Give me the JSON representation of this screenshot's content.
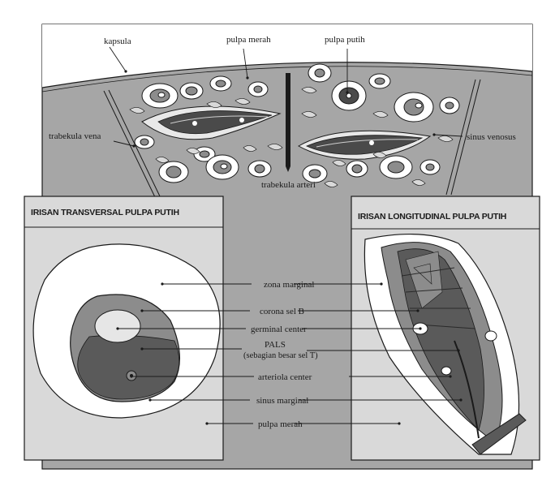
{
  "diagram": {
    "top_labels": {
      "kapsula": "kapsula",
      "pulpa_merah": "pulpa merah",
      "pulpa_putih": "pulpa putih",
      "trabekula_vena": "trabekula vena",
      "sinus_venosus": "sinus venosus",
      "trabekula_arteri": "trabekula arteri"
    },
    "panels": {
      "left_title": "IRISAN TRANSVERSAL PULPA PUTIH",
      "right_title": "IRISAN LONGITUDINAL PULPA PUTIH"
    },
    "center_labels": {
      "zona_marginal": "zona marginal",
      "corona_sel_b": "corona sel B",
      "germinal_center": "germinal center",
      "pals": "PALS",
      "pals_note": "(sebagian besar sel T)",
      "arteriola_center": "arteriola center",
      "sinus_marginal": "sinus marginal",
      "pulpa_merah": "pulpa merah"
    },
    "colors": {
      "background": "#ffffff",
      "frame_gray": "#a6a6a6",
      "panel_gray": "#d9d9d9",
      "pulp_dark": "#5a5a5a",
      "corona_gray": "#8c8c8c",
      "white_zone": "#ffffff",
      "outline": "#1a1a1a"
    }
  }
}
